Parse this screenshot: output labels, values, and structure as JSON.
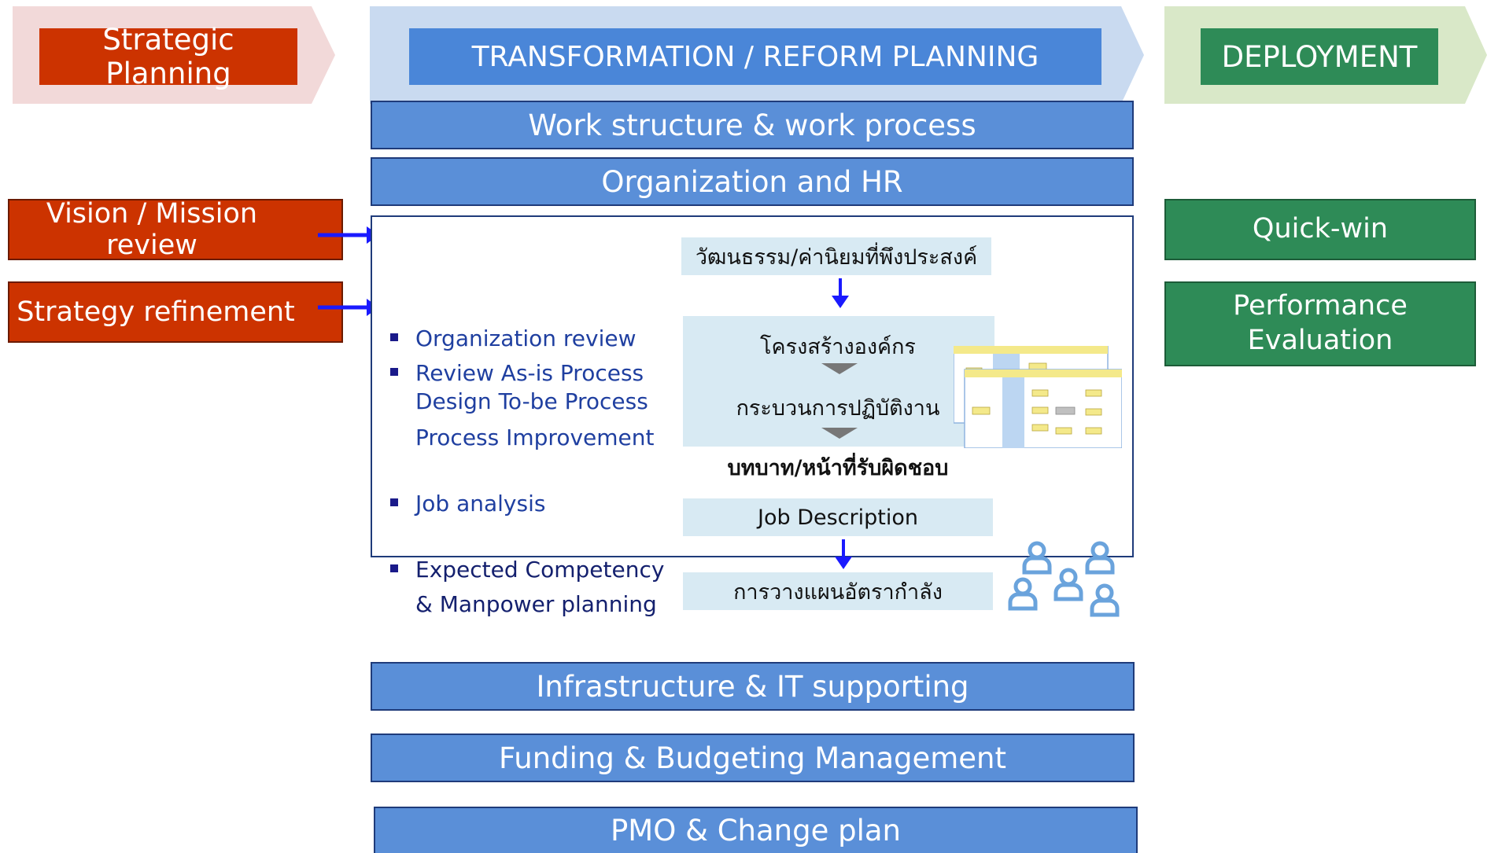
{
  "phases": {
    "strategic": {
      "label": "Strategic Planning",
      "chevron_color": "#f2d9d9",
      "label_color": "#cc3300"
    },
    "transformation": {
      "label": "TRANSFORMATION / REFORM PLANNING",
      "chevron_color": "#c9daf0",
      "label_color": "#4a86d8"
    },
    "deployment": {
      "label": "DEPLOYMENT",
      "chevron_color": "#d9e8c8",
      "label_color": "#2e8b57"
    }
  },
  "left_boxes": {
    "vision": "Vision / Mission review",
    "strategy": "Strategy refinement"
  },
  "right_boxes": {
    "quickwin": "Quick-win",
    "performance": "Performance Evaluation"
  },
  "bars": {
    "work_structure": "Work structure & work process",
    "org_hr": "Organization and HR",
    "infrastructure": "Infrastructure & IT supporting",
    "funding": "Funding & Budgeting Management",
    "pmo": "PMO & Change plan"
  },
  "activities": {
    "org_review": "Organization review",
    "review_asis": "Review As-is Process",
    "design_tobe": "Design To-be Process",
    "process_improvement": "Process Improvement",
    "job_analysis": "Job analysis",
    "expected_competency": "Expected Competency",
    "manpower": "& Manpower planning"
  },
  "outputs": {
    "culture": "วัฒนธรรม/ค่านิยมที่พึงประสงค์",
    "org_structure": "โครงสร้างองค์กร",
    "work_process": "กระบวนการปฏิบัติงาน",
    "roles": "บทบาท/หน้าที่รับผิดชอบ",
    "job_description": "Job Description",
    "manpower_plan": "การวางแผนอัตรากำลัง"
  },
  "colors": {
    "bar_blue": "#5a8fd8",
    "red": "#cc3300",
    "green": "#2e8b57",
    "arrow_blue": "#1a1aff",
    "people_icon": "#6aa3dc"
  },
  "icons": {
    "people": "people-group-icon",
    "process_map": "process-map-thumbnail"
  }
}
